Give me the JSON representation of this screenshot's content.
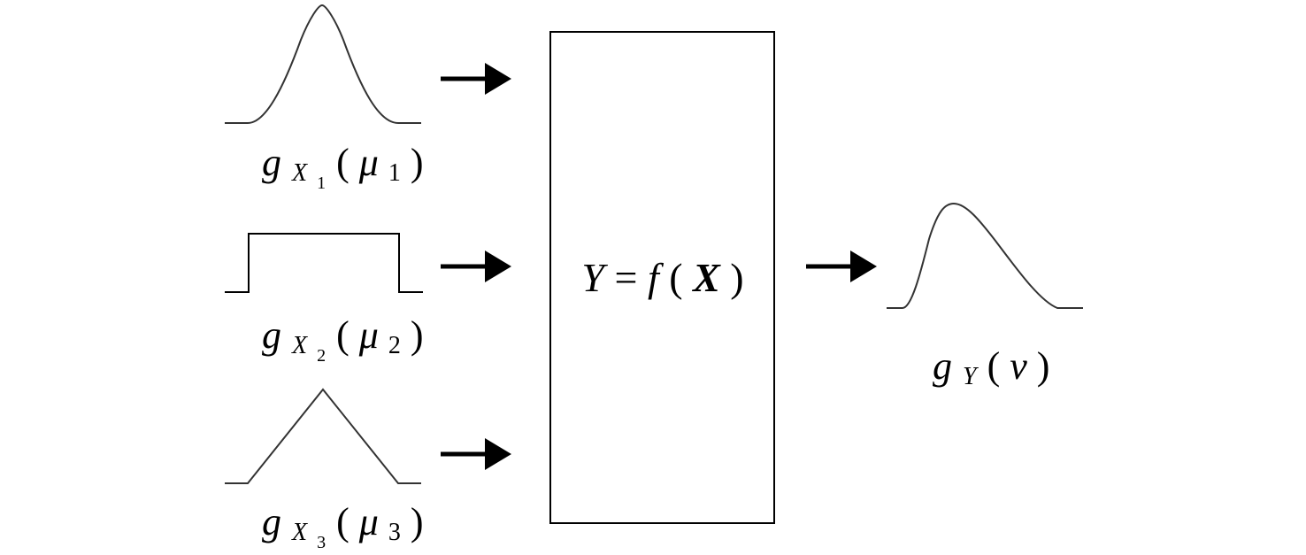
{
  "inputs": [
    {
      "shape": "bell",
      "func": "g",
      "sub": "X",
      "subsub": "1",
      "open": "(",
      "arg": "μ",
      "argsub": "1",
      "close": ")"
    },
    {
      "shape": "rectangle",
      "func": "g",
      "sub": "X",
      "subsub": "2",
      "open": "(",
      "arg": "μ",
      "argsub": "2",
      "close": ")"
    },
    {
      "shape": "triangle",
      "func": "g",
      "sub": "X",
      "subsub": "3",
      "open": "(",
      "arg": "μ",
      "argsub": "3",
      "close": ")"
    }
  ],
  "system": {
    "lhs": "Y",
    "eq": "=",
    "f": "f",
    "open": "(",
    "arg": "X",
    "close": ")"
  },
  "output": {
    "shape": "skewed-bell",
    "func": "g",
    "sub": "Y",
    "open": "(",
    "arg": "v",
    "close": ")"
  }
}
